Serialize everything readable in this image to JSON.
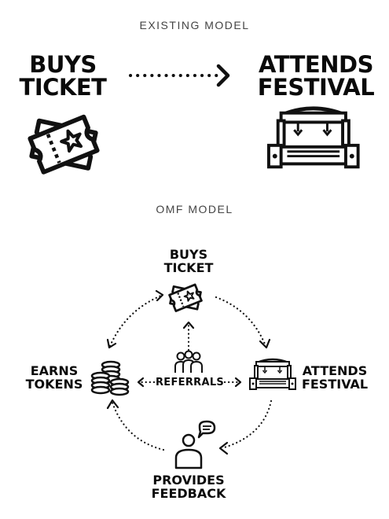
{
  "colors": {
    "ink": "#111111",
    "caption": "#444444",
    "background": "#ffffff"
  },
  "existing": {
    "title": "EXISTING MODEL",
    "buys_ticket": [
      "BUYS",
      "TICKET"
    ],
    "attends_festival": [
      "ATTENDS",
      "FESTIVAL"
    ]
  },
  "omf": {
    "title": "OMF MODEL",
    "buys_ticket": [
      "BUYS",
      "TICKET"
    ],
    "attends_festival": [
      "ATTENDS",
      "FESTIVAL"
    ],
    "earns_tokens": [
      "EARNS",
      "TOKENS"
    ],
    "provides_feedback": [
      "PROVIDES",
      "FEEDBACK"
    ],
    "referrals": "REFERRALS"
  },
  "icons": [
    "ticket-icon",
    "festival-stage-icon",
    "coins-stack-icon",
    "group-people-icon",
    "person-speech-bubble-icon",
    "dotted-arrow-icon"
  ]
}
